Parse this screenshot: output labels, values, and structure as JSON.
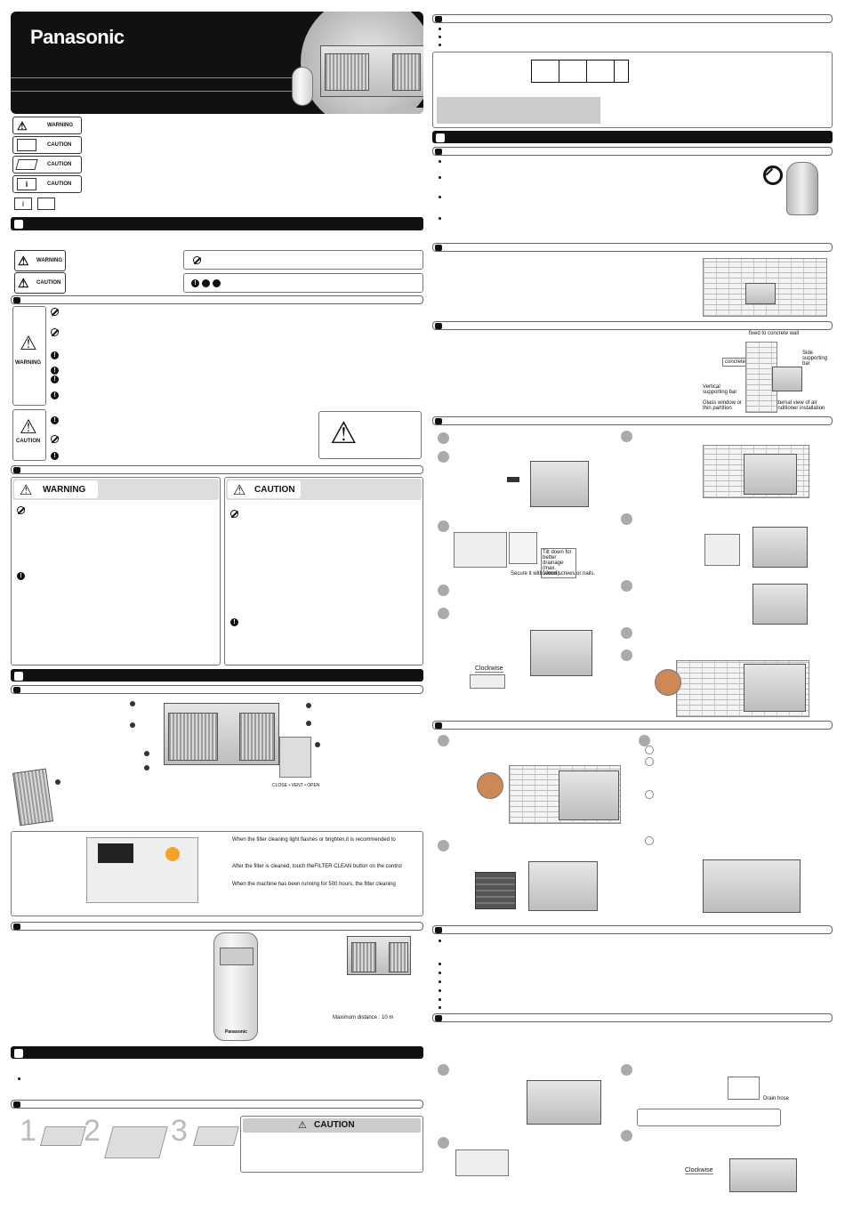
{
  "brand": "Panasonic",
  "icon_labels": {
    "warning": "WARNING",
    "caution": "CAUTION"
  },
  "fire_warning_icon": "flame-triangle-icon",
  "panel_notes": [
    "When the filter cleaning light flashes or brighten,it is recommended to",
    "After the filter is cleaned, touch theFILTER CLEAN button on the control",
    "When the machine has been running for 500 hours, the filter cleaning"
  ],
  "remote": {
    "brand": "Panasonic",
    "max_distance": "Maximum distance : 10 m"
  },
  "vent_label": "CLOSE • VENT • OPEN",
  "install_labels": {
    "fixed_concrete": "fixed to concrete wall",
    "concrete_wall": "concrete wall",
    "side_bar": "Side supporting bar",
    "vertical_bar": "Vertical supporting bar",
    "glass_window": "Glass window or thin partition",
    "external_view": "External view of air conditioner installation"
  },
  "tilt_note": "Tilt down for better drainage (max. 10mm).",
  "secure_note": "Secure it with wood screws or nails.",
  "clockwise": "Clockwise",
  "drain_hose": "Drain hose",
  "steps": [
    "1",
    "2",
    "3"
  ],
  "caution_box": "CAUTION",
  "colors": {
    "black": "#111111",
    "grey": "#dddddd",
    "accent_orange": "#f2a32a"
  }
}
